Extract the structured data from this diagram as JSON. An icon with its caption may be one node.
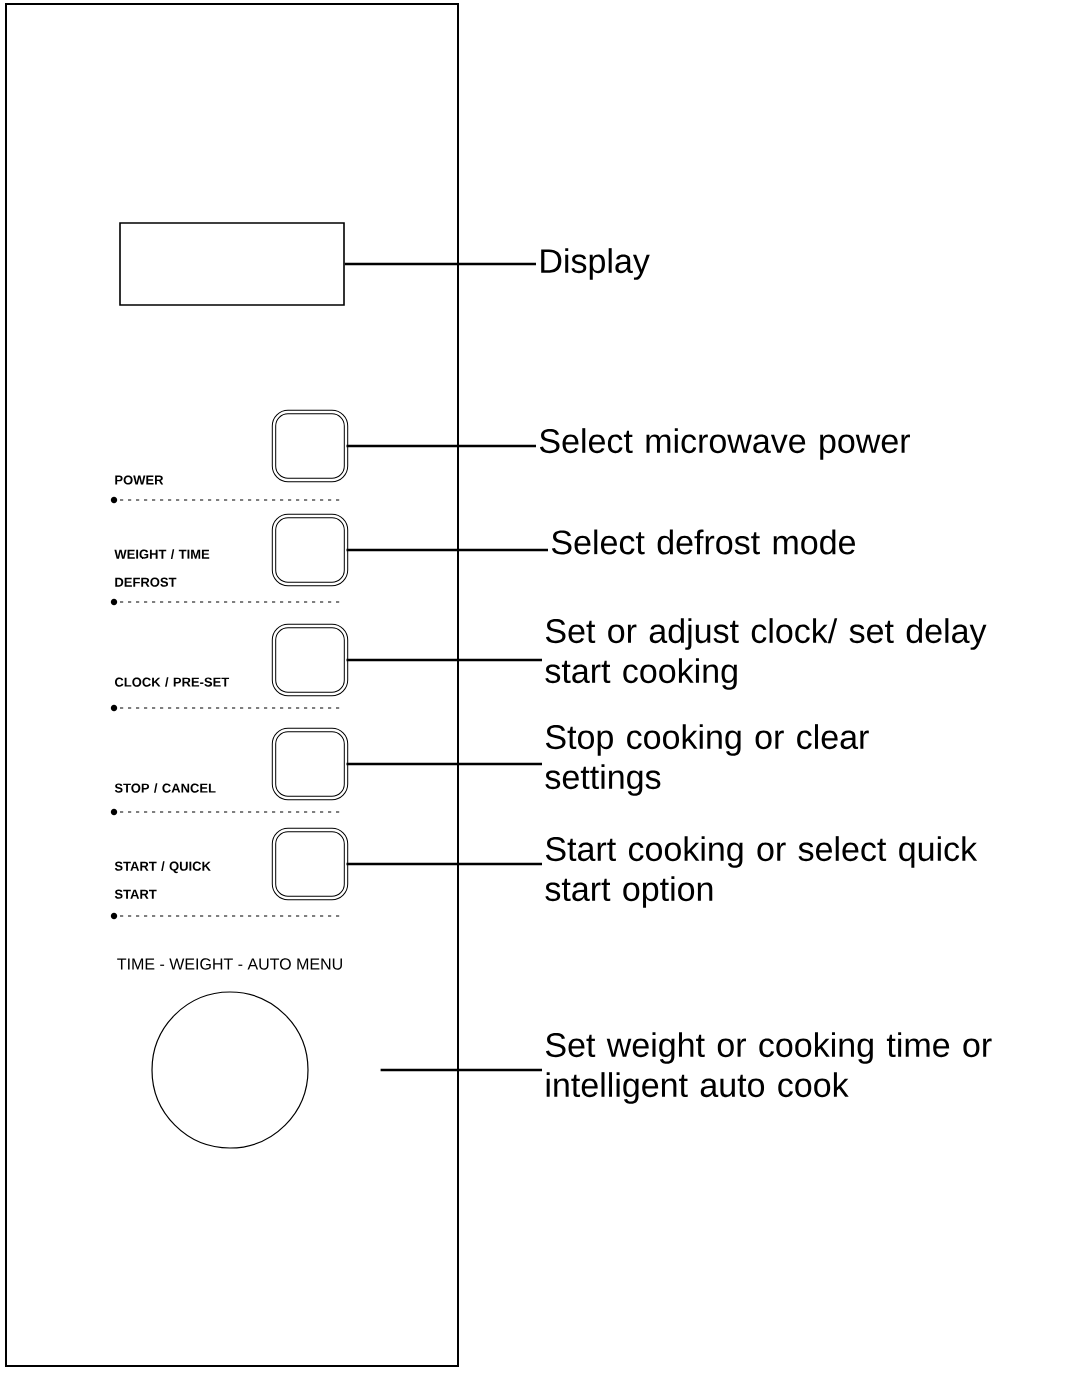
{
  "diagram": {
    "nodes": [
      {
        "text": [],
        "shape": "box"
      },
      {
        "text": [
          "Display"
        ]
      },
      {
        "text": [],
        "shape": "box"
      },
      {
        "text": [
          "Select microwave power"
        ]
      },
      {
        "text": [],
        "shape": "box"
      },
      {
        "text": [
          "Select defrost mode"
        ]
      },
      {
        "text": [],
        "shape": "box"
      },
      {
        "text": [
          "Set or adjust clock/ set delay start cooking"
        ]
      },
      {
        "text": [],
        "shape": "box"
      },
      {
        "text": [
          "Stop cooking or clear settings"
        ]
      },
      {
        "text": [],
        "shape": "box"
      },
      {
        "text": [
          "Start cooking or select quick start option"
        ]
      },
      {
        "text": [],
        "shape": "circle"
      },
      {
        "text": [
          "Set weight or cooking time or intelligent auto cook"
        ]
      }
    ],
    "edges": [
      {
        "from": 1,
        "to": 0,
        "arrow": "none"
      },
      {
        "from": 3,
        "to": 2,
        "arrow": "none"
      },
      {
        "from": 5,
        "to": 4,
        "arrow": "none"
      },
      {
        "from": 7,
        "to": 6,
        "arrow": "none"
      },
      {
        "from": 9,
        "to": 8,
        "arrow": "none"
      },
      {
        "from": 11,
        "to": 10,
        "arrow": "none"
      },
      {
        "from": 13,
        "to": 12,
        "arrow": "none"
      }
    ],
    "labels": [
      "POWER",
      "WEIGHT / TIME DEFROST",
      "CLOCK / PRE-SET",
      "STOP / CANCEL",
      "START / QUICK START",
      "TIME - WEIGHT - AUTO MENU"
    ]
  }
}
